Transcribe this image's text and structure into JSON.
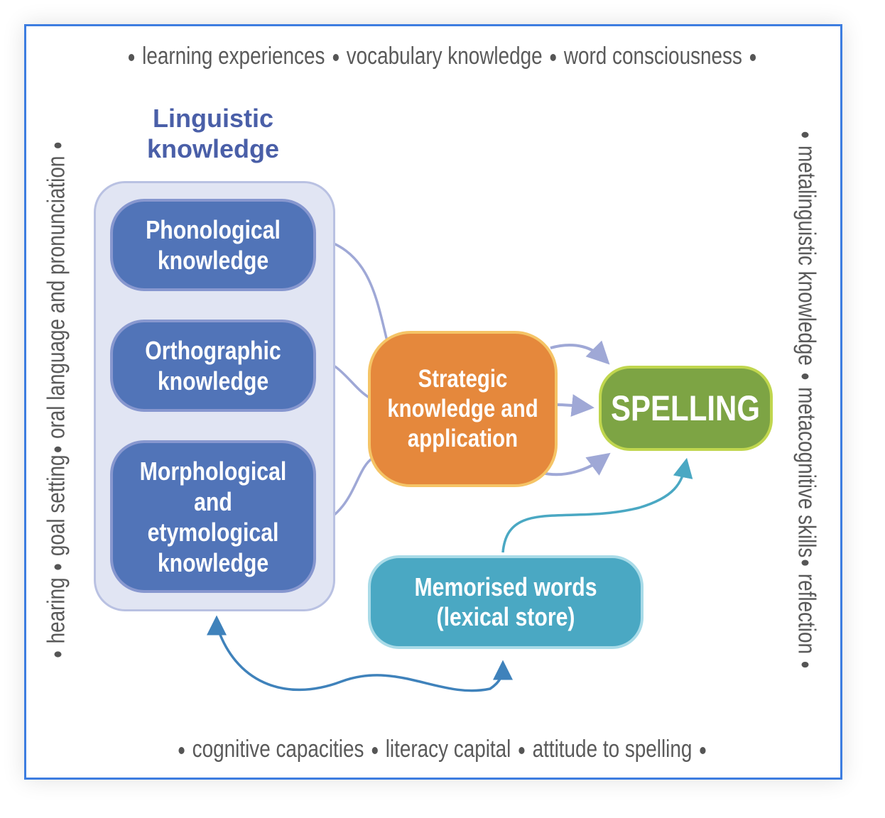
{
  "border_terms": {
    "top": [
      "learning experiences",
      "vocabulary knowledge",
      "word consciousness"
    ],
    "left": [
      "hearing",
      "goal setting",
      "oral language and pronunciation"
    ],
    "right": [
      "metalinguistic knowledge",
      "metacognitive skills",
      "reflection"
    ],
    "bottom": [
      "cognitive capacities",
      "literacy capital",
      "attitude to spelling"
    ]
  },
  "linguistic_group": {
    "title": "Linguistic knowledge",
    "boxes": [
      "Phonological knowledge",
      "Orthographic knowledge",
      "Morphological and etymological knowledge"
    ]
  },
  "strategic_box": "Strategic knowledge and application",
  "spelling_box": "SPELLING",
  "memorised_box": "Memorised words (lexical store)",
  "colors": {
    "frame": "#3d7de0",
    "linguistic": "#5174b8",
    "strategic": "#e5883c",
    "spelling": "#7da444",
    "memorised": "#4aa8c3",
    "arrow": "#9fa8d6"
  }
}
